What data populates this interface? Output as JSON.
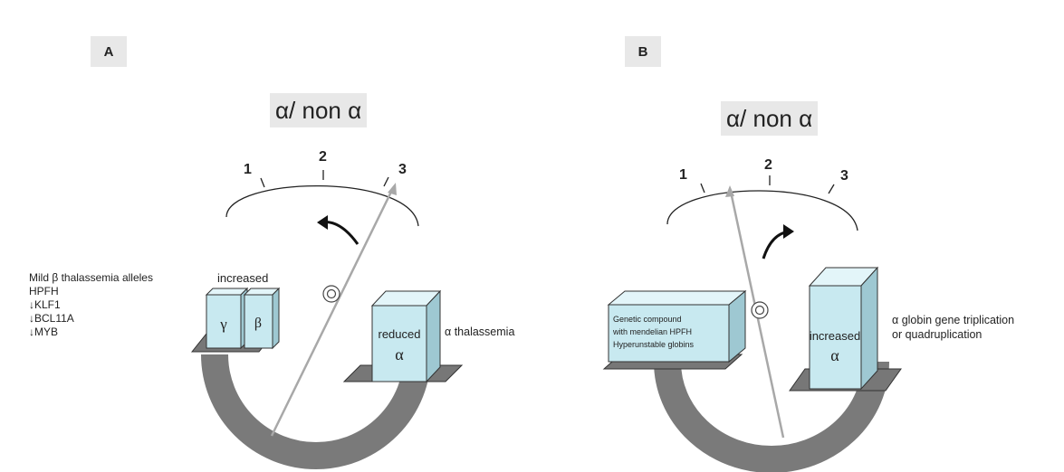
{
  "panel_a": {
    "label": "A",
    "title": "α/ non α",
    "scale": [
      "1",
      "2",
      "3"
    ],
    "notes": [
      "Mild β thalassemia alleles",
      "HPFH",
      "↓KLF1",
      "↓BCL11A",
      "↓MYB"
    ],
    "increased_label": "increased",
    "gamma": "γ",
    "beta": "β",
    "reduced_label": "reduced",
    "alpha": "α",
    "right_note": "α thalassemia"
  },
  "panel_b": {
    "label": "B",
    "title": "α/ non α",
    "scale": [
      "1",
      "2",
      "3"
    ],
    "box_lines": [
      "Genetic compound",
      "with mendelian HPFH",
      "Hyperunstable globins"
    ],
    "increased_label": "increased",
    "alpha": "α",
    "right_notes": [
      "α globin gene triplication",
      "or quadruplication"
    ]
  },
  "colors": {
    "box": "#c8e9f0",
    "box_side": "#9ec8d2",
    "arc": "#7a7a7a",
    "label_bg": "#e8e8e8",
    "needle": "#a8a8a8"
  }
}
